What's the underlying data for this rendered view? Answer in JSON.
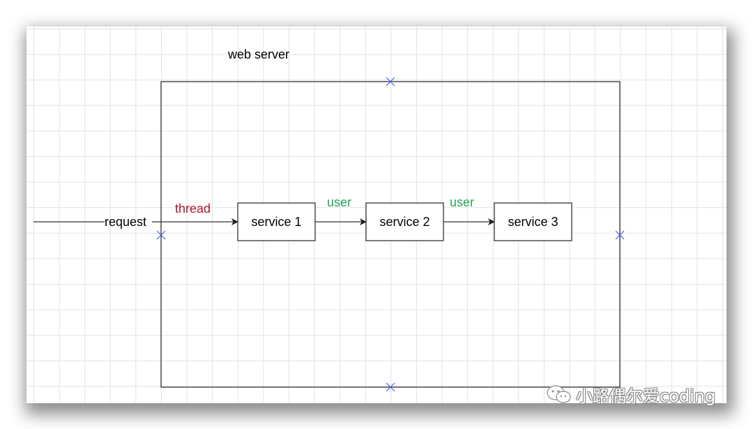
{
  "diagram": {
    "container": {
      "title": "web server"
    },
    "incoming_label": "request",
    "edges": [
      {
        "from": "request",
        "to": "service 1",
        "label": "thread",
        "label_color": "#b0192c"
      },
      {
        "from": "service 1",
        "to": "service 2",
        "label": "user",
        "label_color": "#2aa05a"
      },
      {
        "from": "service 2",
        "to": "service 3",
        "label": "user",
        "label_color": "#2aa05a"
      }
    ],
    "nodes": [
      {
        "id": "service1",
        "label": "service 1"
      },
      {
        "id": "service2",
        "label": "service 2"
      },
      {
        "id": "service3",
        "label": "service 3"
      }
    ],
    "handle_marker_color": "#4a5ee8"
  },
  "watermark": {
    "text": "小路偶尔爱coding",
    "icon": "wechat-icon"
  }
}
